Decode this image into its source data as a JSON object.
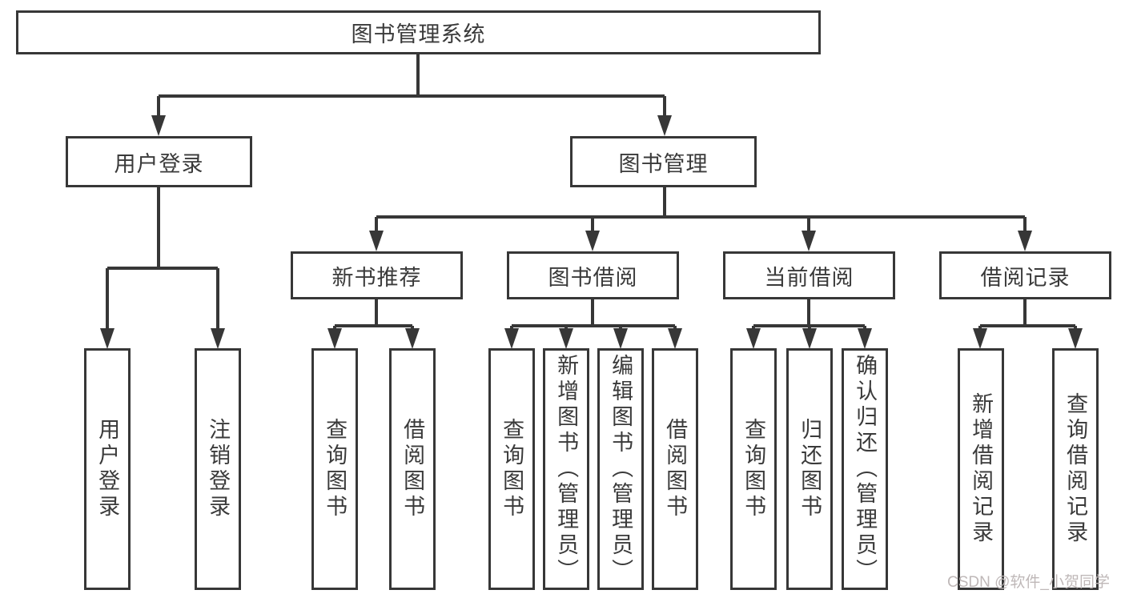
{
  "diagram": {
    "title": "图书管理系统",
    "level2": {
      "user_login": "用户登录",
      "book_management": "图书管理"
    },
    "level3": {
      "new_book_recommend": "新书推荐",
      "book_borrowing": "图书借阅",
      "current_borrowing": "当前借阅",
      "borrowing_records": "借阅记录"
    },
    "leaves": {
      "user_login": [
        "用户登录",
        "注销登录"
      ],
      "new_book_recommend": [
        "查询图书",
        "借阅图书"
      ],
      "book_borrowing": [
        "查询图书",
        "新增图书（管理员）",
        "编辑图书（管理员）",
        "借阅图书"
      ],
      "current_borrowing": [
        "查询图书",
        "归还图书",
        "确认归还（管理员）"
      ],
      "borrowing_records": [
        "新增借阅记录",
        "查询借阅记录"
      ]
    },
    "watermark": "CSDN @软件_小贺同学",
    "colors": {
      "line": "#373737",
      "text": "#3a3a3a",
      "background": "#ffffff",
      "watermark": "#bfb8b8"
    }
  }
}
